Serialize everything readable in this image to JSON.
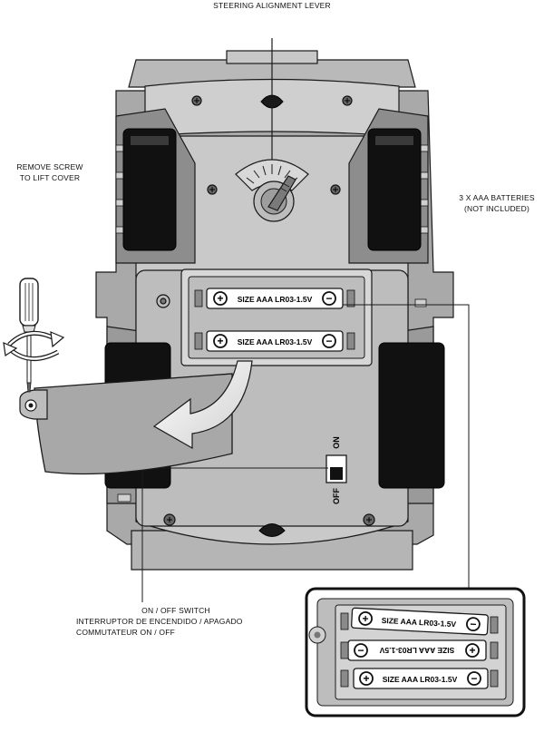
{
  "labels": {
    "steering_lever": "STEERING ALIGNMENT LEVER",
    "remove_screw": [
      "REMOVE SCREW",
      "TO LIFT COVER"
    ],
    "batteries": [
      "3 X AAA BATTERIES",
      "(NOT INCLUDED)"
    ],
    "switch_caption": [
      "ON / OFF SWITCH",
      "INTERRUPTOR DE ENCENDIDO / APAGADO",
      "COMMUTATEUR ON / OFF"
    ]
  },
  "switch": {
    "on": "ON",
    "off": "OFF"
  },
  "battery_text": "SIZE AAA LR03-1.5V",
  "battery_text_reversed": "SIZE AAA LR03-1.5V",
  "symbols": {
    "plus": "+",
    "minus": "−"
  },
  "colors": {
    "outline": "#1a1a1a",
    "body_light": "#c8c8c8",
    "body_mid": "#a9a9a9",
    "body_dark": "#7a7a7a",
    "wheel": "#111111",
    "arrow": "#e6e6e6"
  }
}
